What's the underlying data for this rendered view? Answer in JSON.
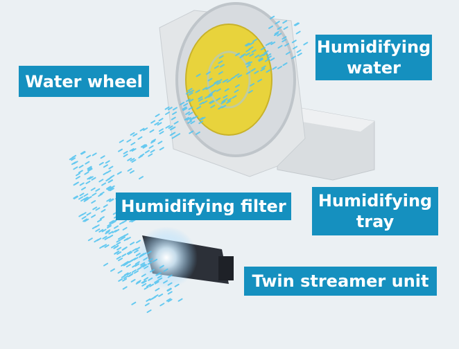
{
  "labels": {
    "water_wheel": "Water wheel",
    "humidifying_water": "Humidifying water",
    "humidifying_filter": "Humidifying filter",
    "humidifying_tray": "Humidifying tray",
    "twin_streamer_unit": "Twin streamer unit"
  },
  "colors": {
    "label_bg": "#1590bf",
    "background": "#ebf0f3",
    "mist": "#4fc3f0",
    "filter": "#e8d33c"
  }
}
